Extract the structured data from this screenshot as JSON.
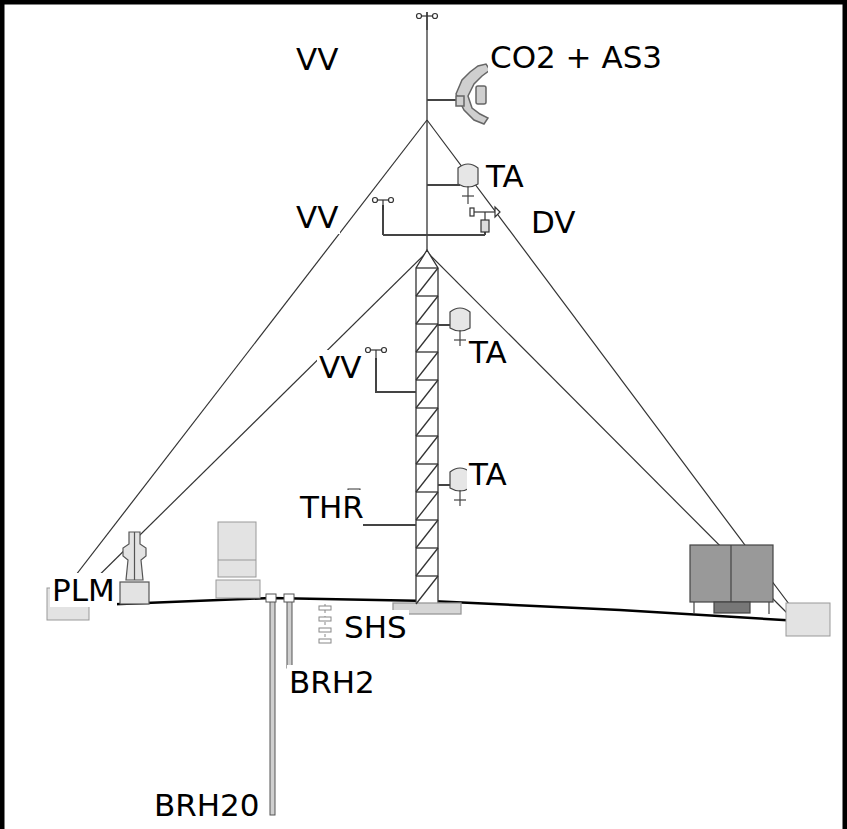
{
  "diagram": {
    "labels": [
      "VV",
      "CO2 + AS3",
      "TA",
      "VV",
      "DV",
      "TA",
      "VV",
      "TA",
      "THR",
      "PLM",
      "SHS",
      "BRH2",
      "BRH20"
    ]
  }
}
